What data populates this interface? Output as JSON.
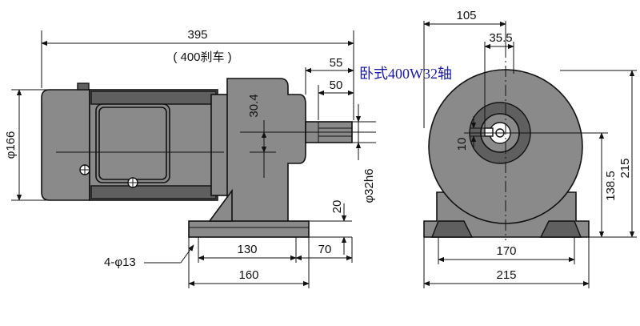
{
  "title": "卧式400W32轴",
  "colors": {
    "body_fill": "#8a8a8a",
    "dark_fill": "#5f5f5f",
    "title_color": "#1a1aa8",
    "line": "#111111"
  },
  "side_view": {
    "overall_length": "395",
    "overall_length_note": "( 400刹车 )",
    "shaft_length_55": "55",
    "shaft_length_50": "50",
    "shaft_offset": "30.4",
    "motor_diameter": "φ166",
    "shaft_diameter": "φ32h6",
    "foot_height": "20",
    "base_hole_spacing": "130",
    "base_end": "70",
    "base_length": "160",
    "mount_holes": "4-φ13"
  },
  "end_view": {
    "width_top": "105",
    "center_offset": "35.5",
    "key_width": "10",
    "total_height": "215",
    "center_height": "138.5",
    "hole_spacing": "170",
    "total_width": "215"
  }
}
